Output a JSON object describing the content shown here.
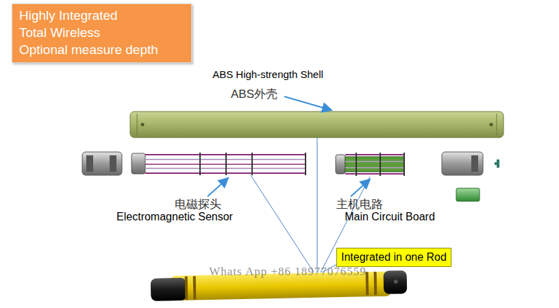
{
  "diagram": {
    "nodes": [
      {
        "text": [
          "Highly Integrated",
          "Total Wireless",
          "Optional measure depth"
        ]
      },
      {
        "text": [
          "Integrated in one Rod"
        ]
      }
    ],
    "labels": [
      "ABS High-strength Shell",
      "ABS外壳",
      "电磁探头",
      "Electromagnetic Sensor",
      "主机电路",
      "Main Circuit Board",
      "Whats App +86 18977076559"
    ]
  }
}
